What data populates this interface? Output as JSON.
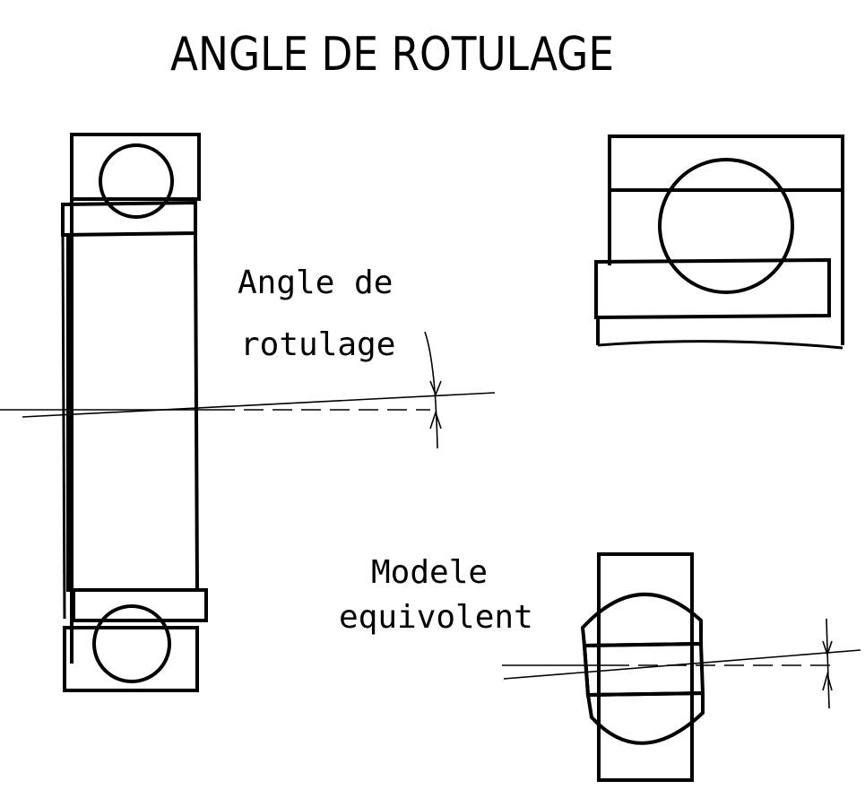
{
  "title": "ANGLE DE ROTULAGE",
  "labels": {
    "angle_line1": "Angle de",
    "angle_line2": "rotulage",
    "model_line1": "Modele",
    "model_line2": "equivolent"
  },
  "colors": {
    "ink": "#000000",
    "paper": "#ffffff"
  }
}
